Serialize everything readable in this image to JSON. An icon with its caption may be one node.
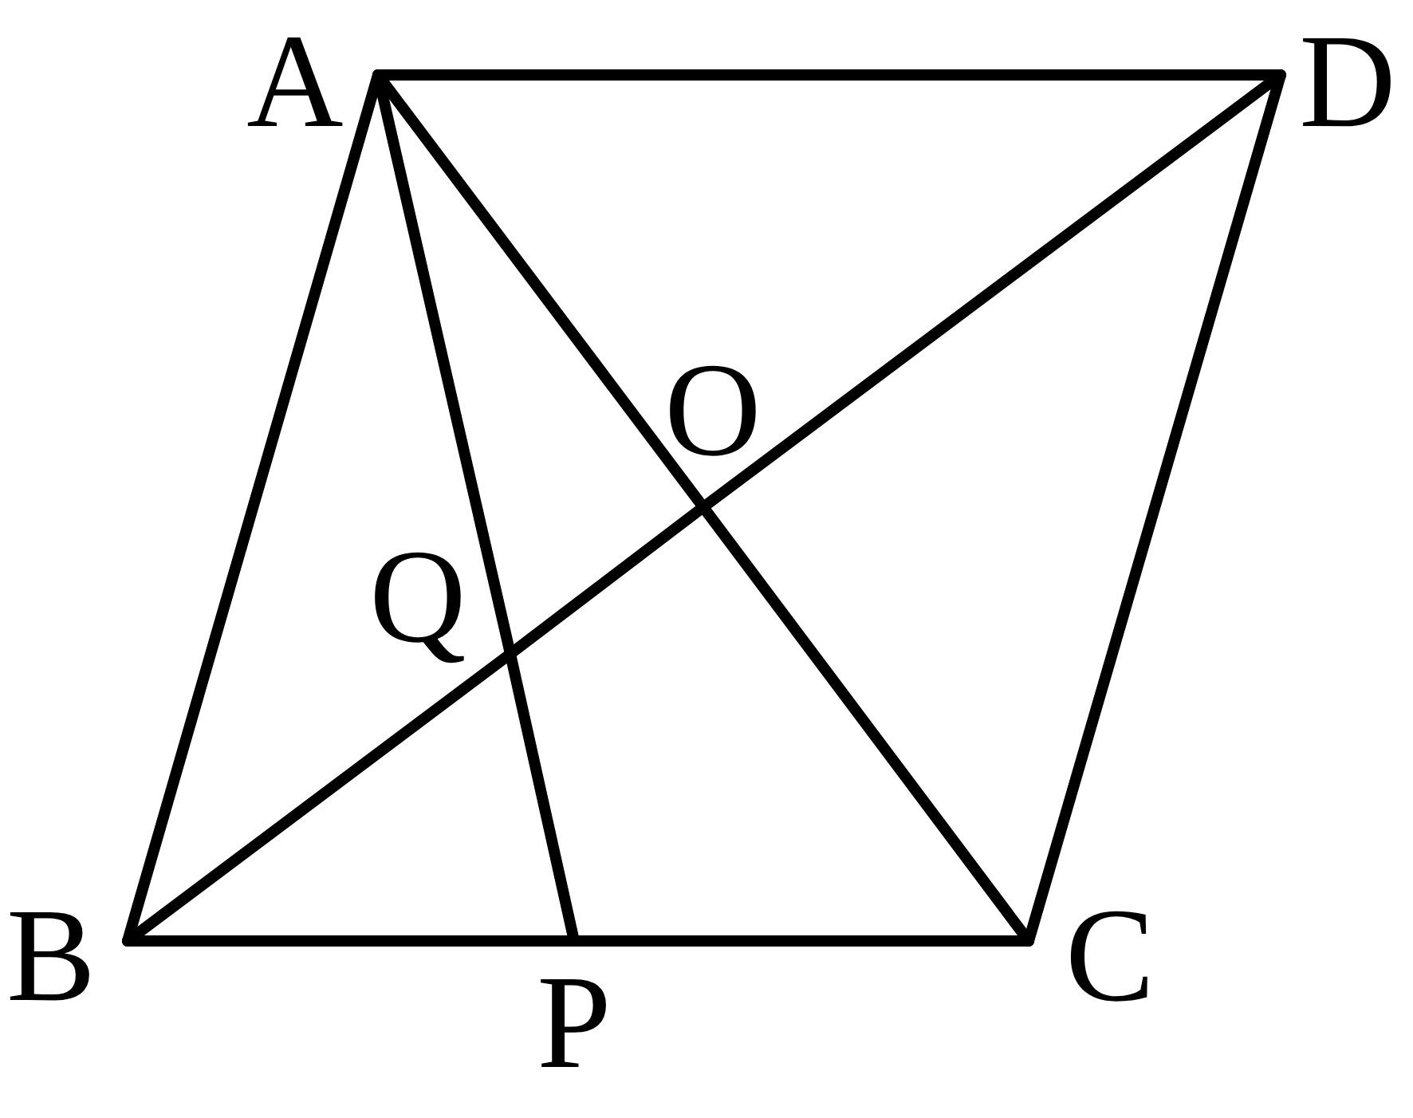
{
  "diagram": {
    "nodes": [
      {
        "text": [
          "A"
        ]
      },
      {
        "text": [
          "D"
        ]
      },
      {
        "text": [
          "O"
        ]
      },
      {
        "text": [
          "Q"
        ]
      },
      {
        "text": [
          "B"
        ]
      },
      {
        "text": [
          "C"
        ]
      },
      {
        "text": [
          "P"
        ]
      }
    ],
    "edges": [
      {
        "from": 0,
        "to": 1,
        "arrow": "none"
      },
      {
        "from": 0,
        "to": 4,
        "arrow": "none"
      },
      {
        "from": 0,
        "to": 3,
        "arrow": "none"
      },
      {
        "from": 3,
        "to": 6,
        "arrow": "none"
      },
      {
        "from": 0,
        "to": 2,
        "arrow": "none"
      },
      {
        "from": 2,
        "to": 5,
        "arrow": "none"
      },
      {
        "from": 1,
        "to": 2,
        "arrow": "none"
      },
      {
        "from": 2,
        "to": 3,
        "arrow": "none"
      },
      {
        "from": 3,
        "to": 4,
        "arrow": "none"
      },
      {
        "from": 4,
        "to": 6,
        "arrow": "none"
      },
      {
        "from": 6,
        "to": 5,
        "arrow": "none"
      },
      {
        "from": 1,
        "to": 5,
        "arrow": "none"
      }
    ]
  }
}
